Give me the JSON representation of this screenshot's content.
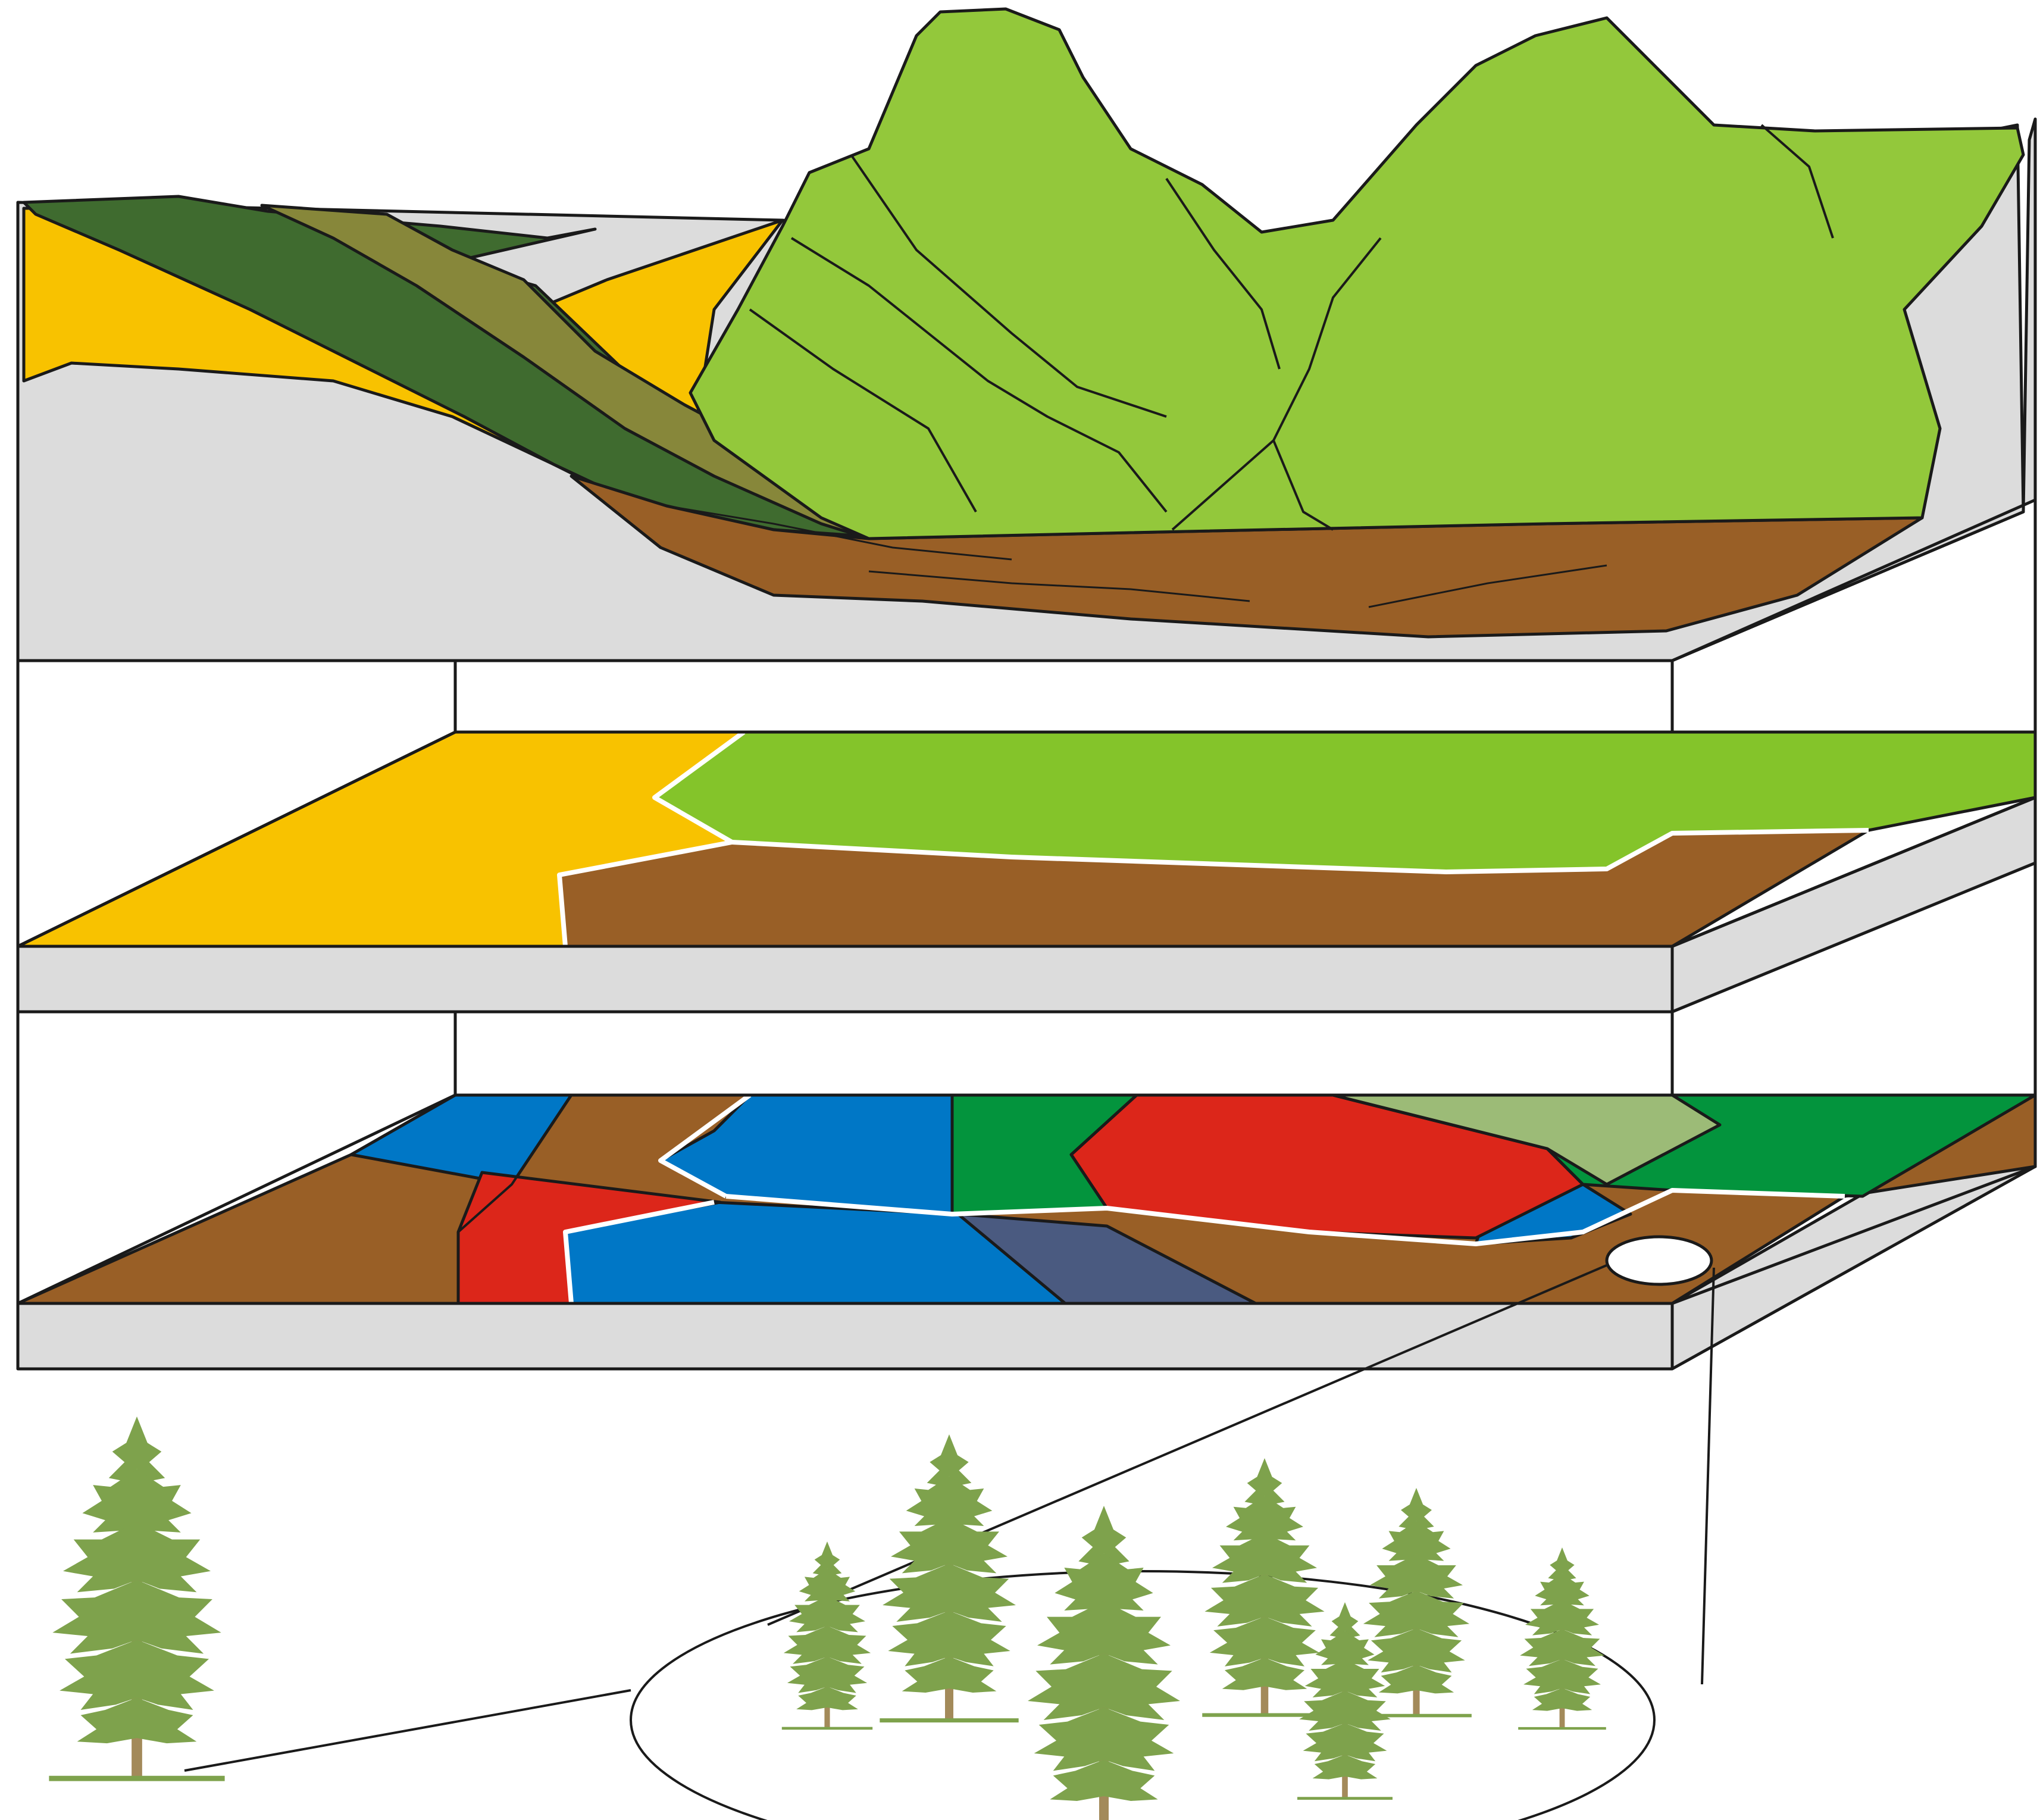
{
  "colors": {
    "slab_side": "#dcdcdc",
    "outline": "#1a1a1a",
    "boundary": "#ffffff",
    "yellow": "#f8c200",
    "dark_green": "#3f6b2f",
    "olive": "#87873a",
    "light_green": "#93c83b",
    "lime": "#84c42a",
    "brown": "#995f26",
    "blue": "#0077c6",
    "red": "#dc261a",
    "forest_green": "#03943d",
    "pale_green": "#9cbb77",
    "slate": "#4a5a80",
    "tree_green": "#7ea24c",
    "tree_trunk": "#a38a5a"
  },
  "icons": {
    "tree": "conifer-tree-icon"
  },
  "layers": {
    "top": "terrain-relief",
    "middle": "simplified-zones",
    "bottom": "detailed-patches"
  }
}
